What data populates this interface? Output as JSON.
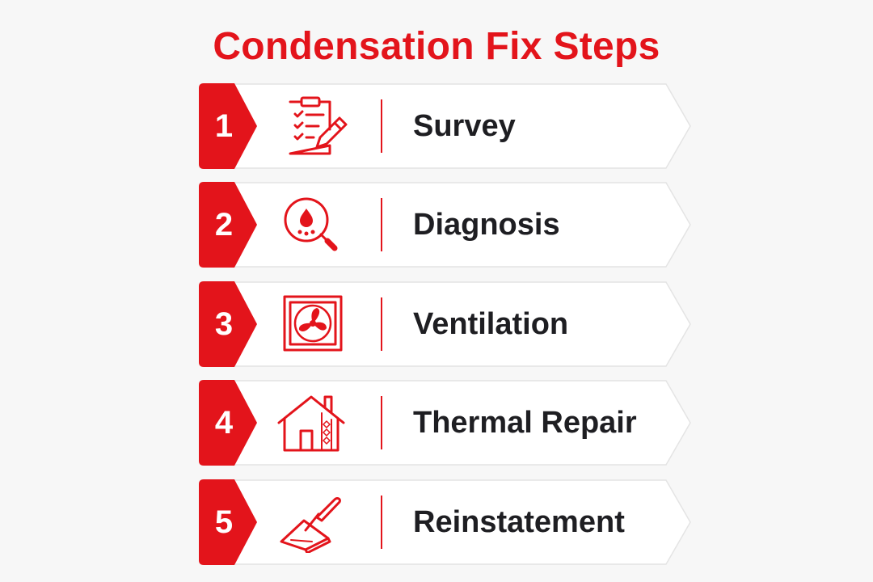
{
  "title": "Condensation Fix Steps",
  "colors": {
    "accent": "#e3141b",
    "text": "#1e1e22",
    "card_bg": "#ffffff",
    "card_border": "#e4e4e4",
    "page_bg": "#f7f7f7"
  },
  "steps": [
    {
      "number": "1",
      "label": "Survey",
      "icon": "clipboard-checklist-icon"
    },
    {
      "number": "2",
      "label": "Diagnosis",
      "icon": "magnifier-droplet-icon"
    },
    {
      "number": "3",
      "label": "Ventilation",
      "icon": "extractor-fan-icon"
    },
    {
      "number": "4",
      "label": "Thermal Repair",
      "icon": "house-insulation-icon"
    },
    {
      "number": "5",
      "label": "Reinstatement",
      "icon": "plastering-trowel-icon"
    }
  ]
}
